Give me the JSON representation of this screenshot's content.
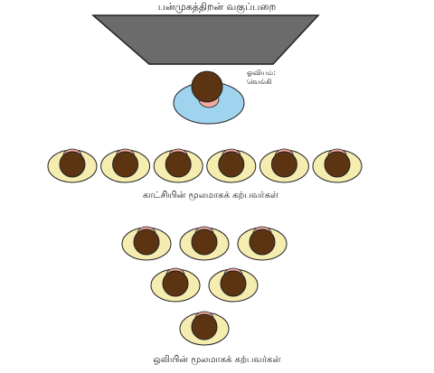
{
  "title": "பன்முகத்திறன் வகுப்பறை",
  "screen": {
    "color": "#6b6b6b"
  },
  "artist": {
    "label_line1": "ஓவியம்:",
    "label_line2": "வெங்கி",
    "base_color": "#9fd3ee"
  },
  "visual_group": {
    "caption": "காட்சியின் மூலமாகக் கற்பவர்கள்",
    "count": 6
  },
  "audio_group": {
    "caption": "ஒலியின் மூலமாகக் கற்பவர்கள்",
    "rows": [
      3,
      2,
      1
    ]
  },
  "colors": {
    "desk": "#f5ecb0",
    "head": "#5c3412",
    "face": "#f2aaa0",
    "outline": "#222222"
  }
}
